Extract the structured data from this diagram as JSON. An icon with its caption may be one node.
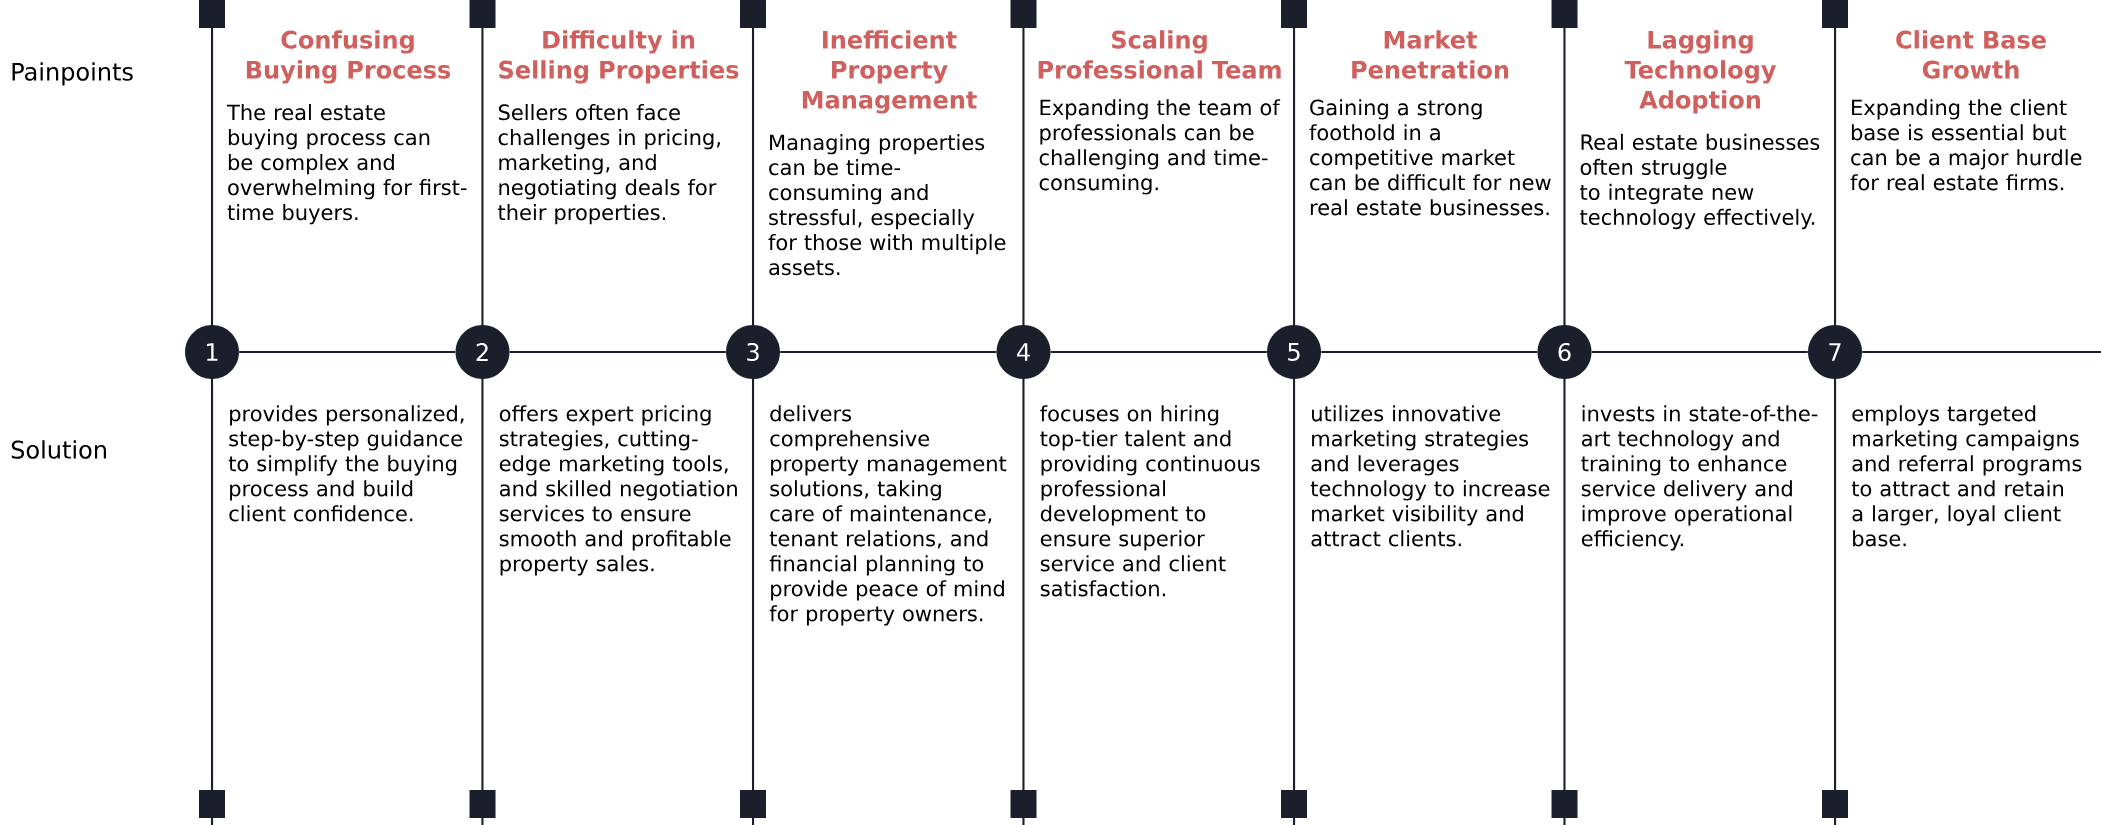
{
  "diagram": {
    "nodes": [
      {
        "text": [
          "1"
        ]
      },
      {
        "text": [
          "2"
        ]
      },
      {
        "text": [
          "3"
        ]
      },
      {
        "text": [
          "4"
        ]
      },
      {
        "text": [
          "5"
        ]
      },
      {
        "text": [
          "6"
        ]
      },
      {
        "text": [
          "7"
        ]
      }
    ],
    "edges": [
      {
        "from": 0,
        "to": 1,
        "arrow": "none"
      },
      {
        "from": 1,
        "to": 2,
        "arrow": "none"
      },
      {
        "from": 2,
        "to": 3,
        "arrow": "none"
      },
      {
        "from": 3,
        "to": 4,
        "arrow": "none"
      },
      {
        "from": 4,
        "to": 5,
        "arrow": "none"
      },
      {
        "from": 5,
        "to": 6,
        "arrow": "none"
      },
      {
        "from": 6,
        "to": null,
        "arrow": "none"
      }
    ],
    "labels": [
      "Painpoints",
      "Confusing Buying Process",
      "The real estate buying process can be complex and overwhelming for first-time buyers.",
      "Difficulty in Selling Properties",
      "Sellers often face challenges in pricing, marketing, and negotiating deals for their properties.",
      "Inefficient Property Management",
      "Managing properties can be time-consuming and stressful, especially for those with multiple assets.",
      "Scaling Professional Team",
      "Expanding the team of professionals can be challenging and time-consuming.",
      "Market Penetration",
      "Gaining a strong foothold in a competitive market can be difficult for new real estate businesses.",
      "Lagging Technology Adoption",
      "Real estate businesses often struggle to integrate new technology effectively.",
      "Client Base Growth",
      "Expanding the client base is essential but can be a major hurdle for real estate firms.",
      "Solution",
      "provides personalized, step-by-step guidance to simplify the buying process and build client confidence.",
      "offers expert pricing strategies, cutting-edge marketing tools, and skilled negotiation services to ensure smooth and profitable property sales.",
      "delivers comprehensive property management solutions, taking care of maintenance, tenant relations, and financial planning to provide peace of mind for property owners.",
      "focuses on hiring top-tier talent and providing continuous professional development to ensure superior service and client satisfaction.",
      "utilizes innovative marketing strategies and leverages technology to increase market visibility and attract clients.",
      "invests in state-of-the-art technology and training to enhance service delivery and improve operational efficiency.",
      "employs targeted marketing campaigns and referral programs to attract and retain a larger, loyal client base."
    ]
  }
}
